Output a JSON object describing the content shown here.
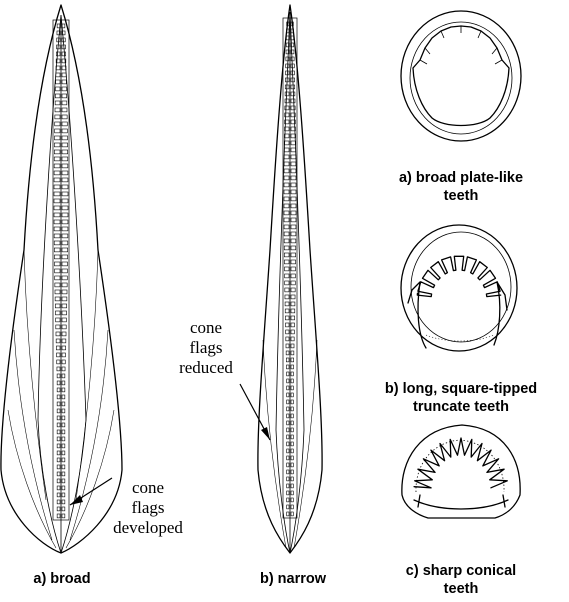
{
  "cones": {
    "broad": {
      "caption": "a)  broad",
      "annotation": [
        "cone",
        "flags",
        "developed"
      ]
    },
    "narrow": {
      "caption": "b)  narrow",
      "annotation": [
        "cone",
        "flags",
        "reduced"
      ]
    }
  },
  "apertures": [
    {
      "caption": [
        "a) broad plate-like",
        "teeth"
      ]
    },
    {
      "caption": [
        "b) long, square-tipped",
        "truncate teeth"
      ]
    },
    {
      "caption": [
        "c)  sharp conical",
        "teeth"
      ]
    }
  ]
}
